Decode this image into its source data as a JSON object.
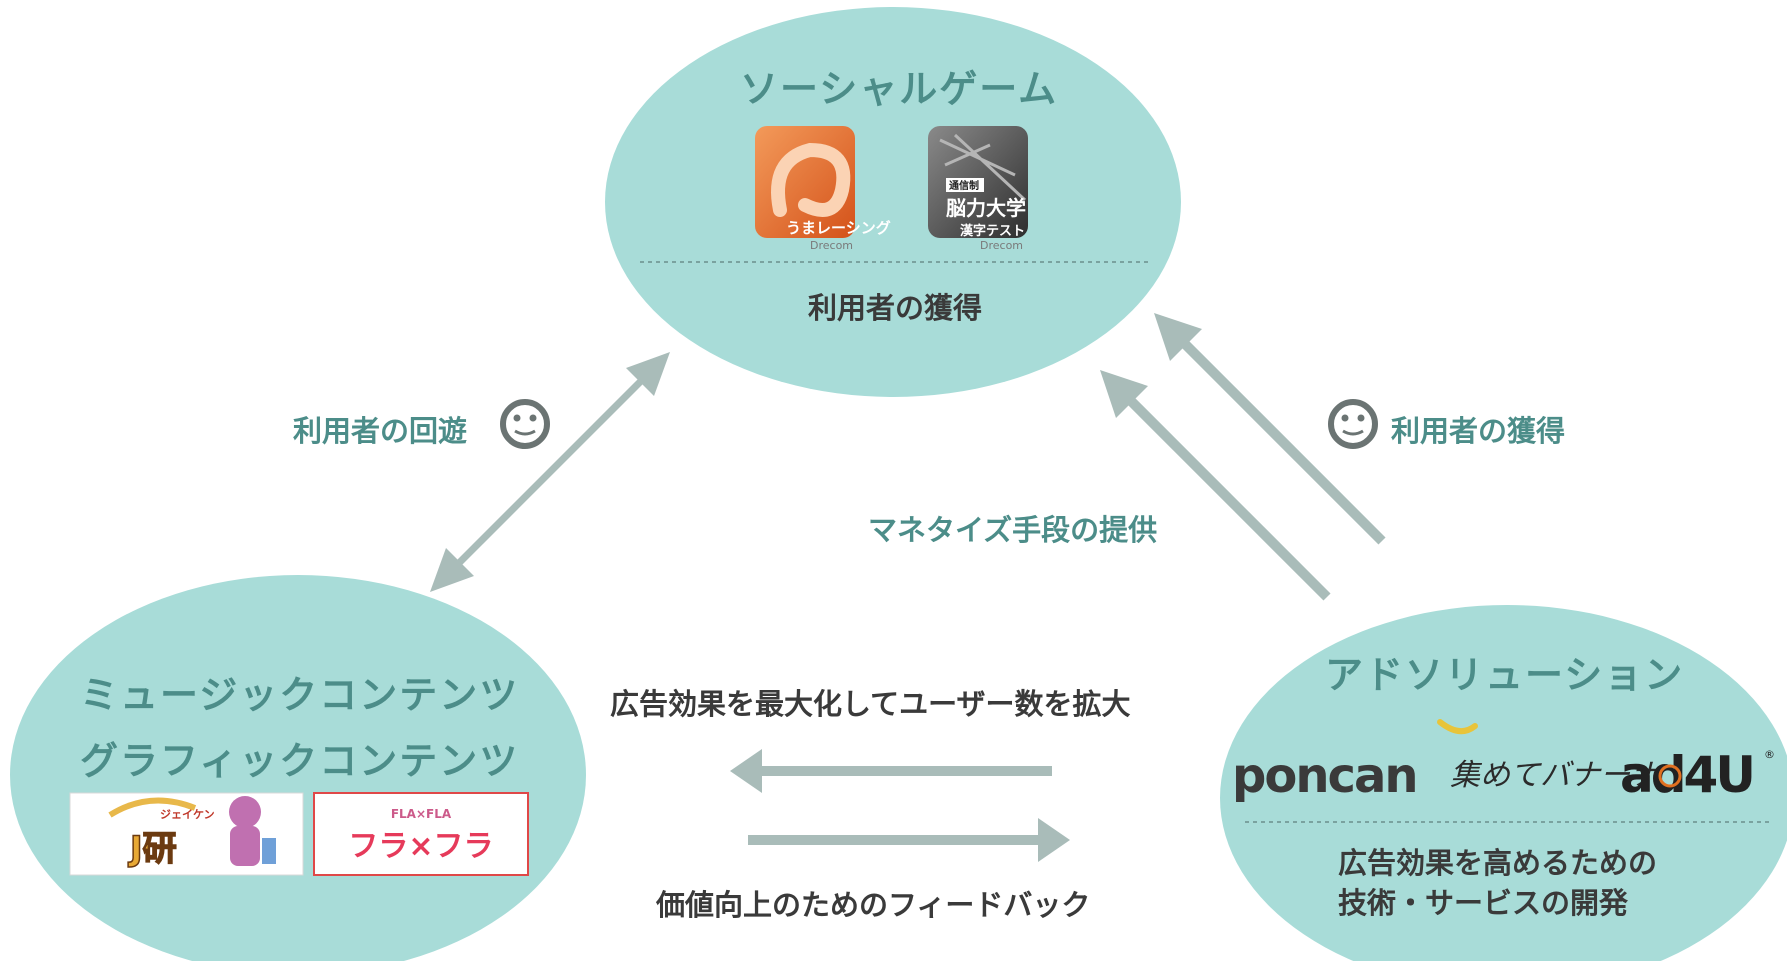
{
  "top_node": {
    "title": "ソーシャルゲーム",
    "subtitle": "利用者の獲得",
    "apps": [
      {
        "name": "うまレーシング",
        "maker": "Drecom"
      },
      {
        "name_top": "通信制",
        "name_main": "脳力大学",
        "name_sub": "漢字テスト",
        "maker": "Drecom"
      }
    ]
  },
  "left_node": {
    "title_line1": "ミュージックコンテンツ",
    "title_line2": "グラフィックコンテンツ",
    "logos": [
      {
        "small": "ジェイケン",
        "main": "J研"
      },
      {
        "top": "FLA×FLA",
        "main": "フラ×フラ"
      }
    ]
  },
  "right_node": {
    "title": "アドソリューション",
    "logos": [
      "poncan",
      "集めてバナーナ",
      "ad4U"
    ],
    "desc_line1": "広告効果を高めるための",
    "desc_line2": "技術・サービスの開発"
  },
  "edges": {
    "left_to_top": "利用者の回遊",
    "right_to_top_monetize": "マネタイズ手段の提供",
    "right_to_top_acquire": "利用者の獲得",
    "right_to_left": "広告効果を最大化してユーザー数を拡大",
    "left_to_right": "価値向上のためのフィードバック"
  },
  "colors": {
    "node_fill": "#a8dcd8",
    "arrow": "#a9bcb9",
    "title_text": "#4c8d89",
    "body_text": "#3a3a3a",
    "face_icon": "#6b7473"
  }
}
